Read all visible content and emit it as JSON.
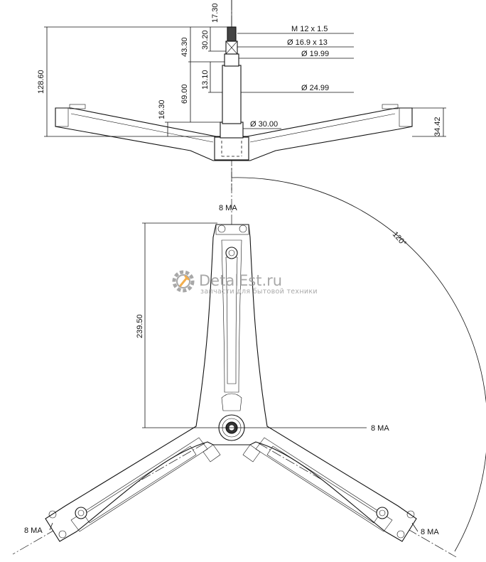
{
  "side_view": {
    "dims": {
      "d_17_30": "17.30",
      "d_43_30": "43.30",
      "d_30_20": "30.20",
      "d_128_60": "128.60",
      "d_13_10": "13.10",
      "d_69_00": "69.00",
      "d_16_30": "16.30",
      "d_34_42": "34.42"
    },
    "callouts": {
      "thread": "M 12 x 1.5",
      "spline": "Ø 16.9 x 13",
      "shaft_upper": "Ø 19.99",
      "shaft_lower": "Ø 24.99",
      "hub": "Ø 30.00"
    }
  },
  "plan_view": {
    "angle": "120°",
    "length": "239.50",
    "holes": {
      "top": "8 MA",
      "center": "8 MA",
      "left": "8 MA",
      "right": "8 MA"
    }
  },
  "watermark": {
    "name": "DetalEst.ru",
    "tagline": "запчасти для бытовой техники",
    "color": "#9a9a9a",
    "accent": "#f0a030"
  }
}
